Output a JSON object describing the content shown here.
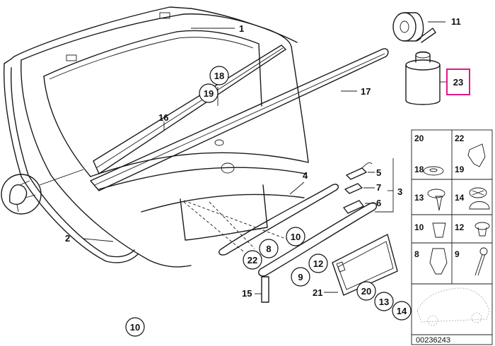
{
  "diagram": {
    "labels": {
      "l1": "1",
      "l2": "2",
      "l3": "3",
      "l4": "4",
      "l5": "5",
      "l6": "6",
      "l7": "7",
      "l11": "11",
      "l15": "15",
      "l16": "16",
      "l17": "17",
      "l21": "21",
      "l23": "23"
    },
    "callouts": {
      "c18": "18",
      "c19": "19",
      "c10a": "10",
      "c8": "8",
      "c22": "22",
      "c9": "9",
      "c12": "12",
      "c20": "20",
      "c13": "13",
      "c14": "14",
      "c10b": "10"
    },
    "panel": {
      "p20": "20",
      "p22": "22",
      "p18": "18",
      "p19": "19",
      "p13": "13",
      "p14": "14",
      "p10": "10",
      "p12": "12",
      "p8": "8",
      "p9": "9"
    },
    "doc_id": "00236243",
    "highlight_color": "#e0188c"
  }
}
